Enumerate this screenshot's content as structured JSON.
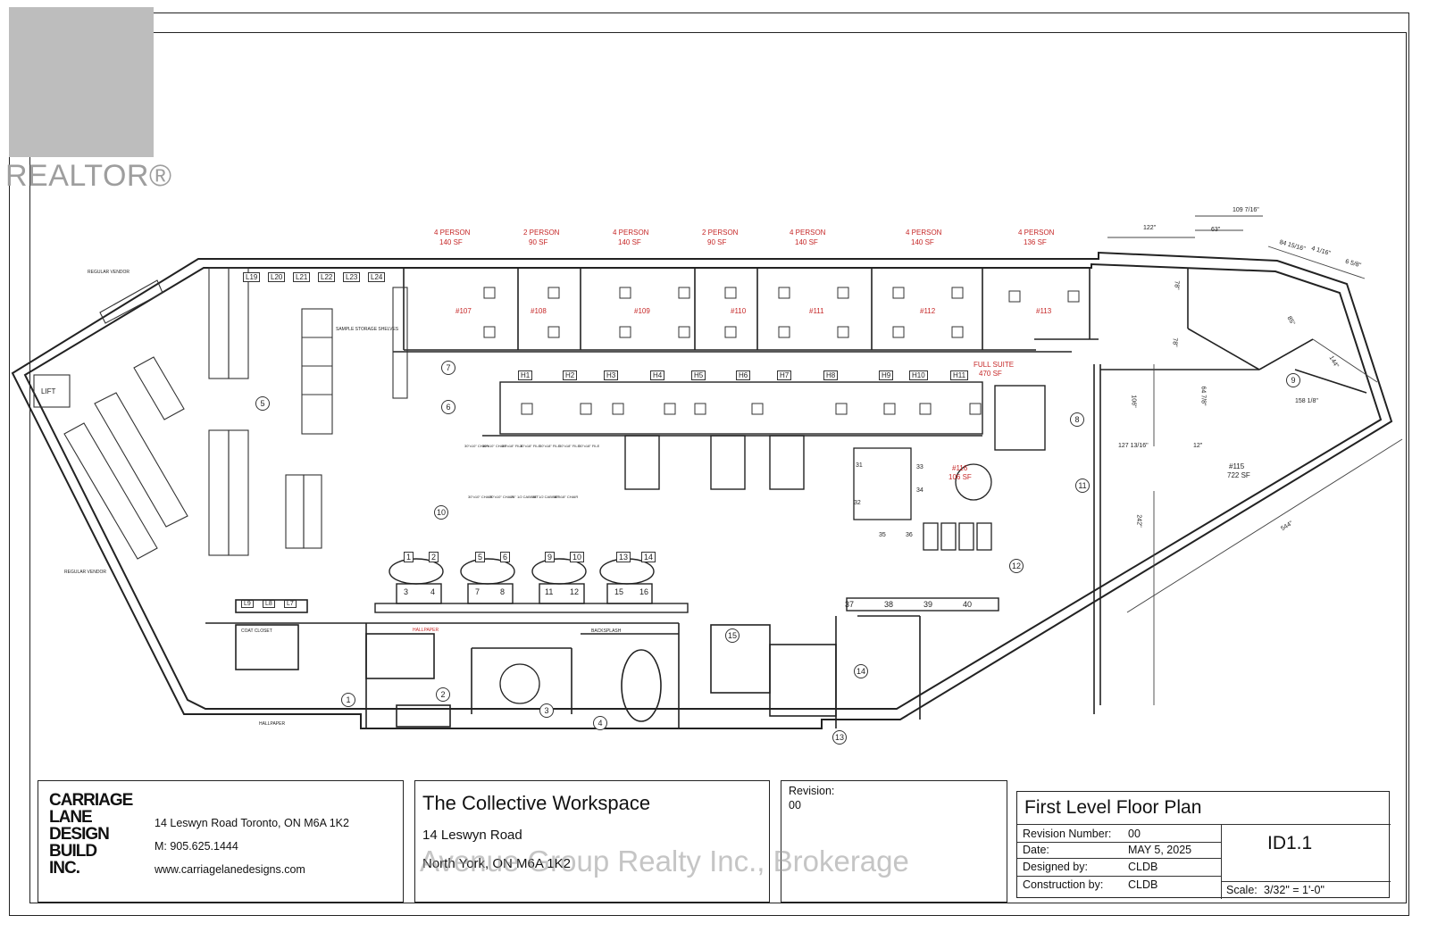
{
  "watermark_brand": "REALTOR®",
  "watermark_agency": "Avenue Group Realty Inc., Brokerage",
  "suites_top": [
    {
      "cap": "4 PERSON",
      "area": "140 SF",
      "id": "#107"
    },
    {
      "cap": "2 PERSON",
      "area": "90 SF",
      "id": "#108"
    },
    {
      "cap": "4 PERSON",
      "area": "140 SF",
      "id": "#109"
    },
    {
      "cap": "2 PERSON",
      "area": "90 SF",
      "id": "#110"
    },
    {
      "cap": "4 PERSON",
      "area": "140 SF",
      "id": "#111"
    },
    {
      "cap": "4 PERSON",
      "area": "140 SF",
      "id": "#112"
    },
    {
      "cap": "4 PERSON",
      "area": "136 SF",
      "id": "#113"
    }
  ],
  "full_suite": {
    "label": "FULL SUITE",
    "area": "470 SF"
  },
  "suite_116": {
    "id": "#116",
    "area": "106 SF"
  },
  "suite_115": {
    "id": "#115",
    "area": "722 SF"
  },
  "hot_desks": [
    "H1",
    "H2",
    "H3",
    "H4",
    "H5",
    "H6",
    "H7",
    "H8",
    "H9",
    "H10",
    "H11"
  ],
  "lockers_top": [
    "L19",
    "L20",
    "L21",
    "L22",
    "L23",
    "L24"
  ],
  "lockers_bottom": [
    "L9",
    "L8",
    "L7"
  ],
  "cabinets_top": [
    "30\"x10\" CHAIR",
    "30\"x10\" CHAIR",
    "30\"x18\" FILE",
    "30\"x18\" FILE",
    "30\"x18\" FILE",
    "30\"x18\" FILE",
    "30\"x18\" FILE"
  ],
  "cabinets_mid": [
    "30\"x10\" CHAIR",
    "30\"x10\" CHAIR",
    "24\" 1/2 CABINET",
    "24\" 1/2 CABINET",
    "30\"x18\" CHAIR"
  ],
  "bench_numbers": {
    "top": [
      "1",
      "2",
      "5",
      "6",
      "9",
      "10",
      "13",
      "14"
    ],
    "bottom": [
      "3",
      "4",
      "7",
      "8",
      "11",
      "12",
      "15",
      "16"
    ]
  },
  "counter_numbers": [
    "37",
    "38",
    "39",
    "40"
  ],
  "room_numbers": [
    "1",
    "2",
    "3",
    "4",
    "5",
    "6",
    "7",
    "8",
    "9",
    "10",
    "11",
    "12",
    "13",
    "14",
    "15"
  ],
  "seat_numbers": [
    "31",
    "32",
    "33",
    "34",
    "35",
    "36"
  ],
  "dimensions": [
    "122\"",
    "109 7/16\"",
    "63\"",
    "84 15/16\"",
    "4 1/16\"",
    "6 5/8\"",
    "78\"",
    "78\"",
    "85\"",
    "144\"",
    "158 1/8\"",
    "106\"",
    "64 7/8\"",
    "127 13/16\"",
    "12\"",
    "242\"",
    "544\""
  ],
  "notes": {
    "regular_vendor": "REGULAR VENDOR",
    "sample_storage": "SAMPLE STORAGE SHELVES",
    "coat_closet": "COAT CLOSET",
    "hallpaper": "HALLPAPER",
    "backsplash": "BACKSPLASH",
    "lift": "LIFT"
  },
  "title_block": {
    "designer_name": "CARRIAGE LANE DESIGN BUILD INC.",
    "designer_logo_lines": [
      "CARRIAGE",
      "LANE",
      "DESIGN",
      "BUILD",
      "INC."
    ],
    "address": "14 Leswyn Road Toronto, ON M6A 1K2",
    "phone": "M: 905.625.1444",
    "website": "www.carriagelanedesigns.com",
    "project_name": "The Collective Workspace",
    "project_street": "14 Leswyn Road",
    "project_city": "North York, ON M6A 1K2",
    "revision_label": "Revision:",
    "revision_value": "00",
    "sheet_title": "First Level Floor Plan",
    "revision_number_label": "Revision Number:",
    "revision_number_value": "00",
    "date_label": "Date:",
    "date_value": "MAY 5, 2025",
    "designed_by_label": "Designed by:",
    "designed_by_value": "CLDB",
    "construction_by_label": "Construction by:",
    "construction_by_value": "CLDB",
    "sheet_number": "ID1.1",
    "scale_label": "Scale:",
    "scale_value": "3/32\" = 1'-0\""
  }
}
